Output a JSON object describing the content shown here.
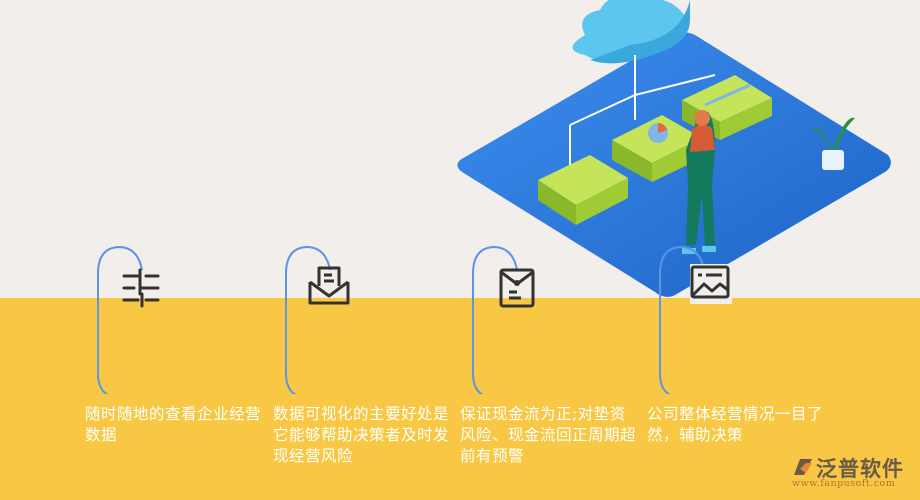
{
  "cards": [
    {
      "text": "随时随地的查看企业经营数据",
      "icon": "sliders-icon"
    },
    {
      "text": "数据可视化的主要好处是它能够帮助决策者及时发现经营风险",
      "icon": "mail-open-icon"
    },
    {
      "text": "保证现金流为正;对垫资风险、现金流回正周期超前有预警",
      "icon": "envelope-document-icon"
    },
    {
      "text": "公司整体经营情况一目了然，辅助决策",
      "icon": "chart-window-icon"
    }
  ],
  "logo": {
    "name": "泛普软件",
    "url": "www.fanpusoft.com"
  },
  "colors": {
    "background": "#f2eeeb",
    "yellow": "#f8c844",
    "arc": "#5b95e6",
    "icon": "#333333",
    "platform": "#2e7fd9",
    "box": "#a6d33a"
  }
}
